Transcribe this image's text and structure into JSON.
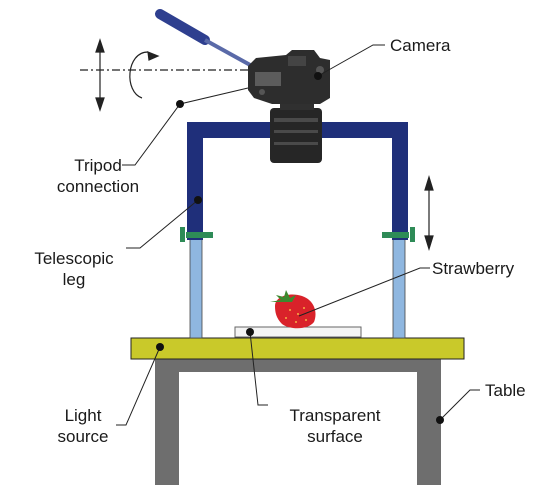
{
  "labels": {
    "camera": "Camera",
    "tripod_l1": "Tripod",
    "tripod_l2": "connection",
    "leg_l1": "Telescopic",
    "leg_l2": "leg",
    "strawberry": "Strawberry",
    "light_l1": "Light",
    "light_l2": "source",
    "surface_l1": "Transparent",
    "surface_l2": "surface",
    "table": "Table"
  },
  "colors": {
    "frame": "#1f2f7a",
    "leg": "#8fb7e0",
    "light_source": "#c9c92a",
    "table": "#6e6e6e",
    "strawberry": "#d9222a",
    "clamp": "#2e8b57",
    "camera_body": "#2a2a2a",
    "handle": "#2e3f8f"
  },
  "icons": [
    "camera-icon",
    "strawberry-icon",
    "rotation-arrow-icon",
    "vertical-arrow-icon"
  ]
}
